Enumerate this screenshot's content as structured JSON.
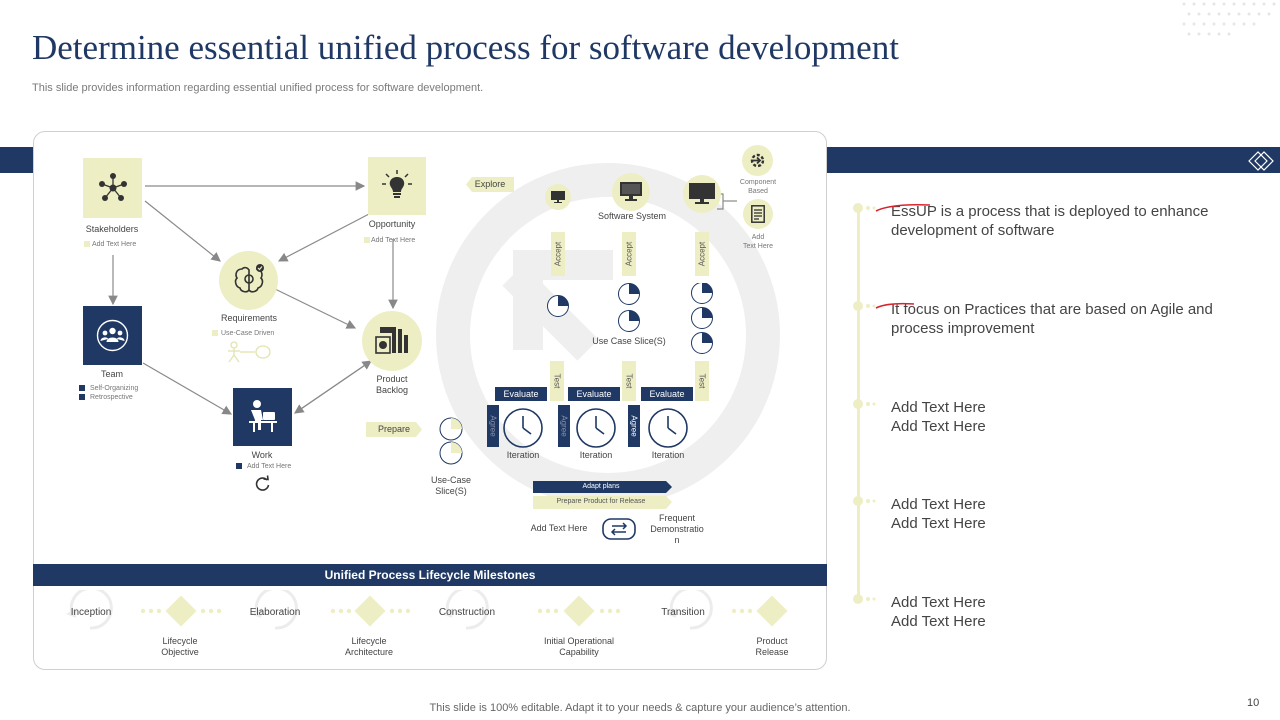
{
  "header": {
    "title": "Determine essential unified process for software development",
    "subtitle": "This slide provides information regarding essential unified process for software development."
  },
  "diagram": {
    "stakeholders": {
      "label": "Stakeholders",
      "note": "Add Text Here"
    },
    "opportunity": {
      "label": "Opportunity",
      "note": "Add Text Here"
    },
    "requirements": {
      "label": "Requirements",
      "note": "Use-Case Driven"
    },
    "team": {
      "label": "Team",
      "notes": [
        "Self-Organizing",
        "Retrospective"
      ]
    },
    "work": {
      "label": "Work",
      "note": "Add Text Here"
    },
    "product_backlog": {
      "label_line1": "Product",
      "label_line2": "Backlog"
    },
    "explore": "Explore",
    "prepare": "Prepare",
    "use_case_slices": {
      "label_line1": "Use-Case",
      "label_line2": "Slice(S)"
    },
    "software_system": "Software System",
    "component_based": {
      "line1": "Component",
      "line2": "Based"
    },
    "add_text": {
      "line1": "Add",
      "line2": "Text Here"
    },
    "accept": "Accept",
    "test": "Test",
    "use_case_slice_s": "Use Case Slice(S)",
    "evaluate": "Evaluate",
    "iteration": "Iteration",
    "agree": "Agree",
    "adapt_plans": "Adapt plans",
    "prepare_release": "Prepare Product for Release",
    "add_text_here": "Add Text Here",
    "frequent_demo": {
      "line1": "Frequent",
      "line2": "Demonstratio",
      "line3": "n"
    }
  },
  "milestones": {
    "header": "Unified Process Lifecycle Milestones",
    "phases": [
      "Inception",
      "Elaboration",
      "Construction",
      "Transition"
    ],
    "outcomes": [
      {
        "line1": "Lifecycle",
        "line2": "Objective"
      },
      {
        "line1": "Lifecycle",
        "line2": "Architecture"
      },
      {
        "line1": "Initial Operational",
        "line2": "Capability"
      },
      {
        "line1": "Product",
        "line2": "Release"
      }
    ]
  },
  "right_panel": {
    "points": [
      {
        "line1": "EssUP is a process that is deployed to enhance",
        "line2": "development of software"
      },
      {
        "line1": "It focus on Practices that are based on Agile and",
        "line2": "process improvement"
      },
      {
        "line1": "Add Text Here",
        "line2": "Add Text Here"
      },
      {
        "line1": "Add Text Here",
        "line2": "Add Text Here"
      },
      {
        "line1": "Add Text Here",
        "line2": "Add Text Here"
      }
    ]
  },
  "footer": {
    "note": "This slide is 100% editable. Adapt it to your needs & capture your audience’s attention.",
    "page_number": "10"
  },
  "colors": {
    "navy": "#1f3864",
    "cream": "#eeeec4",
    "red_mark": "#d9232e"
  }
}
